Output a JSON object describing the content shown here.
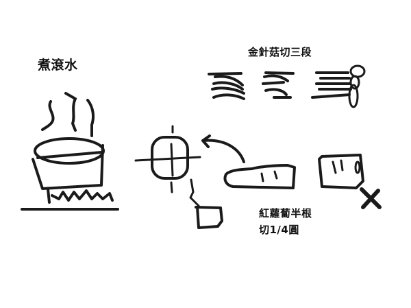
{
  "steps": {
    "boil_water": {
      "label": "煮滾水",
      "icon": "pot-on-stove-icon"
    },
    "enoki": {
      "label": "金針菇切三段",
      "icon": "enoki-mushroom-icon"
    },
    "carrot": {
      "label_line1": "紅蘿蔔半根",
      "label_line2": "切1/4圓",
      "icon": "carrot-icon"
    }
  },
  "colors": {
    "ink": "#1a1a1a",
    "background": "#ffffff"
  }
}
